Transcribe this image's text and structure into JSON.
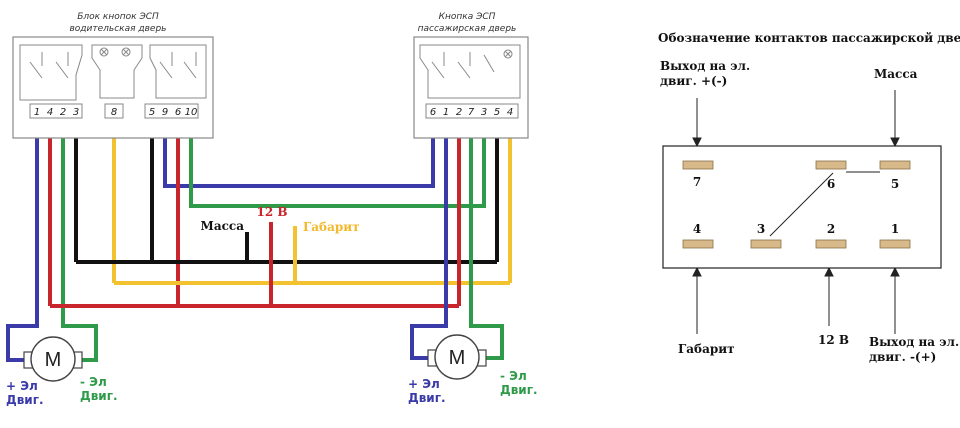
{
  "driver_block": {
    "title_line1": "Блок кнопок ЭСП",
    "title_line2": "водительская дверь",
    "pins": [
      "1",
      "4",
      "2",
      "3",
      "8",
      "5",
      "9",
      "6",
      "10"
    ]
  },
  "passenger_block": {
    "title_line1": "Кнопка ЭСП",
    "title_line2": "пассажирская дверь",
    "pins": [
      "6",
      "1",
      "2",
      "7",
      "3",
      "5",
      "4"
    ]
  },
  "center_labels": {
    "mass": "Масса",
    "v12": "12 В",
    "gabarit": "Габарит"
  },
  "motors": {
    "left": {
      "symbol": "M",
      "plus_line1": "+ Эл",
      "plus_line2": "Двиг.",
      "minus_line1": "- Эл",
      "minus_line2": "Двиг."
    },
    "right": {
      "symbol": "M",
      "plus_line1": "+ Эл",
      "plus_line2": "Двиг.",
      "minus_line1": "- Эл",
      "minus_line2": "Двиг."
    }
  },
  "pinout": {
    "title": "Обозначение контактов пассажирской двери",
    "top_left_label_line1": "Выход на эл.",
    "top_left_label_line2": "двиг. +(-)",
    "top_right_label": "Масса",
    "bottom_left_label": "Габарит",
    "bottom_mid_label": "12 В",
    "bottom_right_label_line1": "Выход на эл.",
    "bottom_right_label_line2": "двиг. -(+)",
    "pins": [
      "7",
      "6",
      "5",
      "4",
      "3",
      "2",
      "1"
    ]
  },
  "colors": {
    "blue": "#3a3aa8",
    "red": "#c8262c",
    "green": "#2f9a4a",
    "black": "#111111",
    "yellow": "#f2c230",
    "pad": "#d7b98a"
  }
}
